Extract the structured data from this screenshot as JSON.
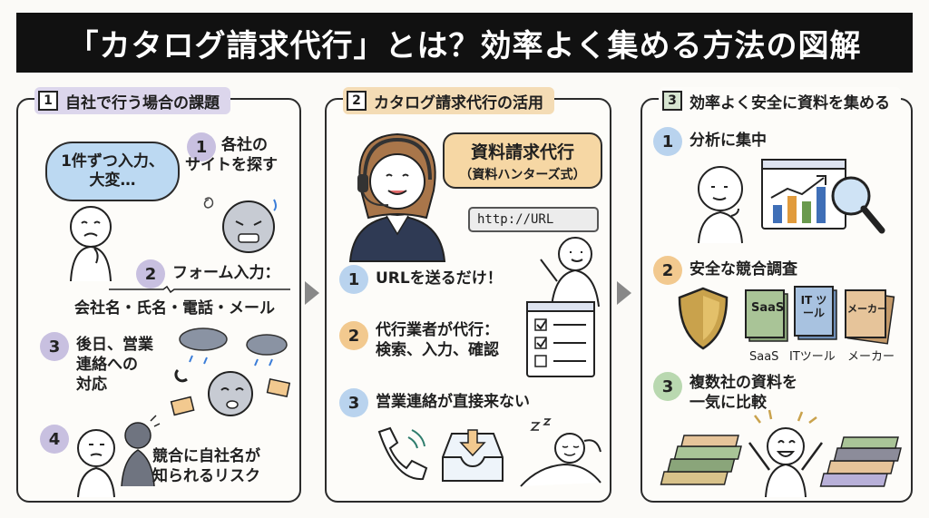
{
  "title": "「カタログ請求代行」とは？効率よく集める方法の図解",
  "panels": [
    {
      "num": "1",
      "heading": "自社で行う場合の課題",
      "bubble_line1": "1件ずつ入力、",
      "bubble_line2": "大変…",
      "items": [
        {
          "num": "1",
          "line1": "各社の",
          "line2": "サイトを探す"
        },
        {
          "num": "2",
          "line1": "フォーム入力：",
          "line2": "会社名・氏名・電話・メール"
        },
        {
          "num": "3",
          "line1": "後日、営業",
          "line2": "連絡への",
          "line3": "対応"
        },
        {
          "num": "4",
          "line1": "競合に自社名が",
          "line2": "知られるリスク"
        }
      ]
    },
    {
      "num": "2",
      "heading": "カタログ請求代行の活用",
      "service_line1": "資料請求代行",
      "service_line2": "（資料ハンターズ式）",
      "url_text": "http://URL",
      "items": [
        {
          "num": "1",
          "line1": "URLを送るだけ！"
        },
        {
          "num": "2",
          "line1": "代行業者が代行：",
          "line2": "検索、入力、確認"
        },
        {
          "num": "3",
          "line1": "営業連絡が直接来ない"
        }
      ]
    },
    {
      "num": "3",
      "heading": "効率よく安全に資料を集める",
      "items": [
        {
          "num": "1",
          "line1": "分析に集中"
        },
        {
          "num": "2",
          "line1": "安全な競合調査"
        },
        {
          "num": "3",
          "line1": "複数社の資料を",
          "line2": "一気に比較"
        }
      ],
      "catalogs": [
        {
          "cover": "SaaS",
          "caption": "SaaS"
        },
        {
          "cover": "IT ツール",
          "caption": "ITツール"
        },
        {
          "cover": "メーカー",
          "caption": "メーカー"
        }
      ]
    }
  ],
  "colors": {
    "title_bg": "#111111",
    "panel1_head": "#dcd6ec",
    "panel2_head": "#f4dcb5",
    "blue_bubble": "#bcd9f2",
    "orange_bubble": "#f6d7a4",
    "green_accent": "#b9d8b0"
  }
}
